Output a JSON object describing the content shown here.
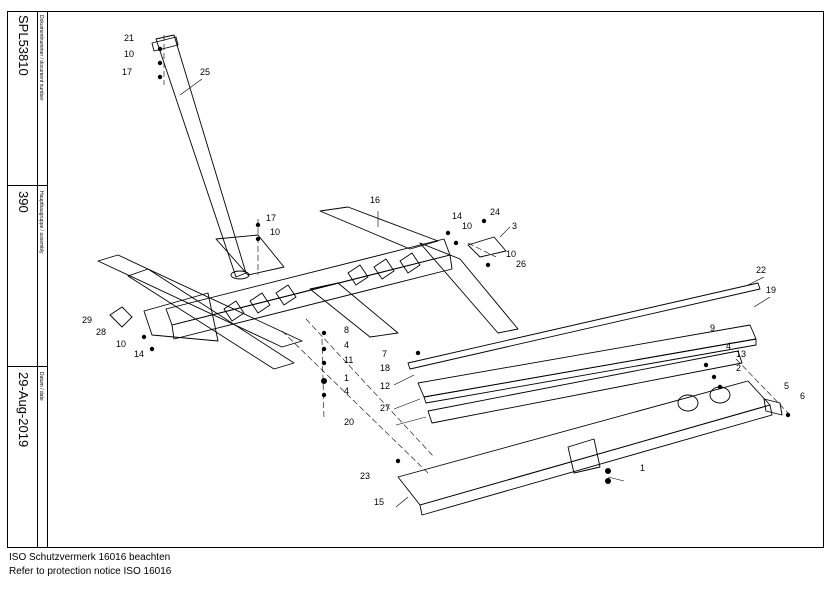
{
  "title_block": {
    "document_number_label": "Dokumentnummer / document number",
    "document_number": "SPL53810",
    "assembly_label": "Hauptbaugruppe / assembly",
    "assembly": "390",
    "date_label": "Datum / date",
    "date": "29-Aug-2019"
  },
  "callouts": [
    "21",
    "10",
    "17",
    "25",
    "16",
    "14",
    "10",
    "24",
    "3",
    "17",
    "10",
    "10",
    "26",
    "22",
    "19",
    "29",
    "28",
    "10",
    "14",
    "8",
    "4",
    "11",
    "1",
    "4",
    "20",
    "7",
    "18",
    "12",
    "27",
    "9",
    "4",
    "13",
    "2",
    "5",
    "6",
    "23",
    "15",
    "1"
  ],
  "footer": {
    "line1": "ISO Schutzvermerk 16016 beachten",
    "line2": "Refer to protection notice ISO 16016"
  }
}
